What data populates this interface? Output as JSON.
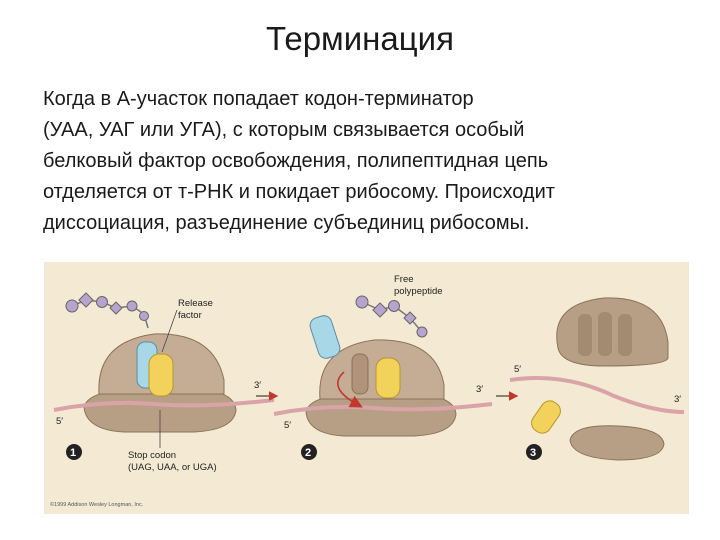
{
  "slide": {
    "title": "Терминация",
    "paragraph_lines": [
      "Когда в А-участок попадает кодон-терминатор",
      "(УАА, УАГ или УГА), с которым связывается особый",
      "белковый фактор освобождения, полипептидная цепь",
      "отделяется от т-РНК и покидает рибосому. Происходит",
      "диссоциация, разъединение субъединиц рибосомы."
    ]
  },
  "figure": {
    "labels": {
      "release_factor_1": "Release",
      "release_factor_2": "factor",
      "free_polypeptide_1": "Free",
      "free_polypeptide_2": "polypeptide",
      "stop_codon_1": "Stop codon",
      "stop_codon_2": "(UAG, UAA, or UGA)",
      "five_prime": "5′",
      "three_prime": "3′",
      "copyright": "©1999 Addison Wesley Longman, Inc."
    },
    "steps": [
      "1",
      "2",
      "3"
    ],
    "colors": {
      "background": "#f4ead3",
      "ribosome": "#b79f86",
      "ribosome_dark": "#8a725c",
      "trna": "#a8d8e8",
      "release_factor": "#f2d25a",
      "mrna": "#d9a3a8",
      "polypeptide": "#b8a3cf",
      "arrow_red": "#c0392b"
    }
  }
}
